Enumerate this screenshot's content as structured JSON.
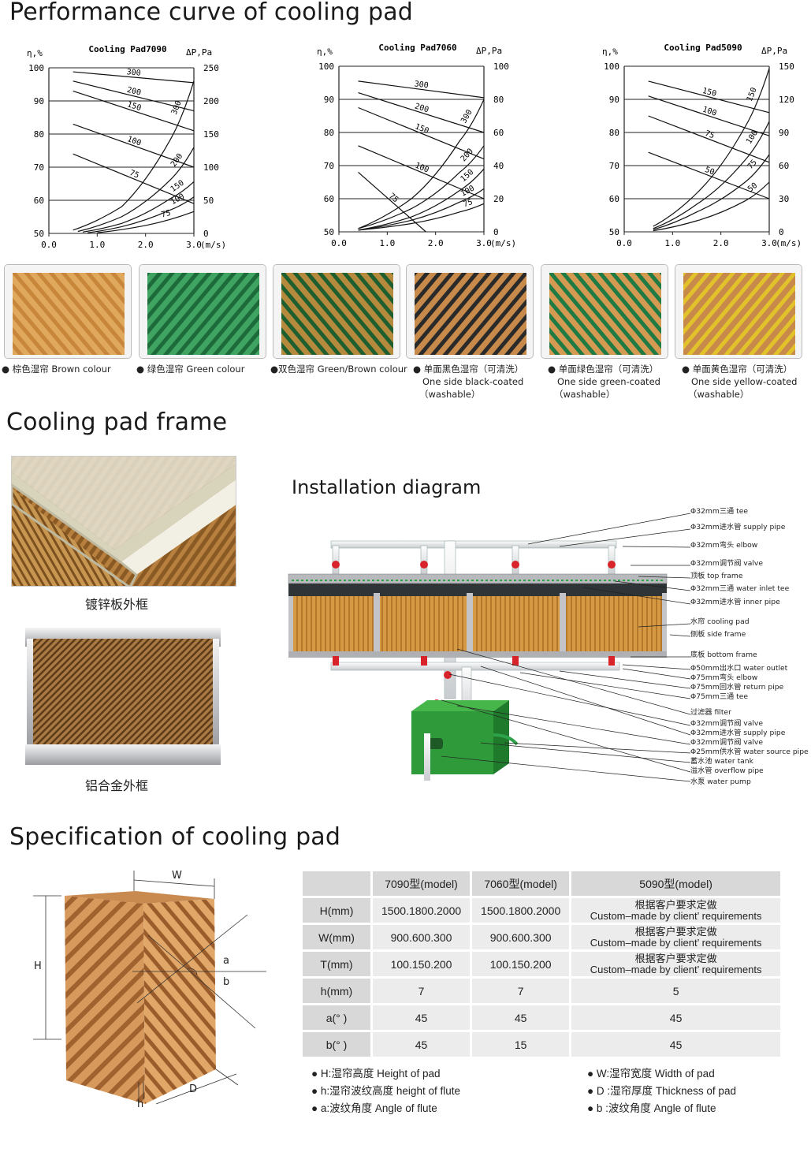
{
  "section_titles": {
    "performance": "Performance curve of cooling pad",
    "frame": "Cooling pad frame",
    "install": "Installation diagram",
    "spec": "Specification of cooling pad"
  },
  "chart_data": [
    {
      "type": "line",
      "title": "Cooling Pad7090",
      "ylabel_left": "η,%",
      "ylabel_right": "ΔP,Pa",
      "xlabel": "(m/s)",
      "xticks": [
        "0.0",
        "1.0",
        "2.0",
        "3.0"
      ],
      "yticks_left": [
        "100",
        "90",
        "80",
        "70",
        "60",
        "50"
      ],
      "yticks_right": [
        "250",
        "200",
        "150",
        "100",
        "50",
        "0"
      ],
      "xlim": [
        0,
        3
      ],
      "ylim_left": [
        50,
        100
      ],
      "ylim_right": [
        0,
        250
      ],
      "efficiency_series": [
        {
          "name": "300",
          "x": [
            0.5,
            3.0
          ],
          "y": [
            98.8,
            95.5
          ]
        },
        {
          "name": "200",
          "x": [
            0.5,
            3.0
          ],
          "y": [
            96.0,
            87.0
          ]
        },
        {
          "name": "150",
          "x": [
            0.5,
            3.0
          ],
          "y": [
            93.0,
            81.0
          ]
        },
        {
          "name": "100",
          "x": [
            0.5,
            3.0
          ],
          "y": [
            83.0,
            70.0
          ]
        },
        {
          "name": "75",
          "x": [
            0.5,
            3.0
          ],
          "y": [
            74.0,
            59.0
          ]
        }
      ],
      "pressure_series": [
        {
          "name": "300",
          "x": [
            0.5,
            1.5,
            2.5,
            3.0
          ],
          "y": [
            5,
            40,
            140,
            230
          ]
        },
        {
          "name": "200",
          "x": [
            0.6,
            1.5,
            2.5,
            3.0
          ],
          "y": [
            3,
            25,
            80,
            130
          ]
        },
        {
          "name": "150",
          "x": [
            0.7,
            1.5,
            2.5,
            3.0
          ],
          "y": [
            2,
            15,
            52,
            78
          ]
        },
        {
          "name": "100",
          "x": [
            0.8,
            1.5,
            2.5,
            3.0
          ],
          "y": [
            1,
            10,
            35,
            55
          ]
        },
        {
          "name": "75",
          "x": [
            1.0,
            2.0,
            3.0
          ],
          "y": [
            1,
            12,
            33
          ]
        }
      ]
    },
    {
      "type": "line",
      "title": "Cooling Pad7060",
      "ylabel_left": "η,%",
      "ylabel_right": "ΔP,Pa",
      "xlabel": "(m/s)",
      "xticks": [
        "0.0",
        "1.0",
        "2.0",
        "3.0"
      ],
      "yticks_left": [
        "100",
        "90",
        "80",
        "70",
        "60",
        "50"
      ],
      "yticks_right": [
        "100",
        "80",
        "60",
        "40",
        "20",
        "0"
      ],
      "xlim": [
        0,
        3
      ],
      "ylim_left": [
        50,
        100
      ],
      "ylim_right": [
        0,
        100
      ],
      "efficiency_series": [
        {
          "name": "300",
          "x": [
            0.4,
            3.0
          ],
          "y": [
            95.5,
            90.5
          ]
        },
        {
          "name": "200",
          "x": [
            0.4,
            3.0
          ],
          "y": [
            92.0,
            80.0
          ]
        },
        {
          "name": "150",
          "x": [
            0.4,
            3.0
          ],
          "y": [
            87.5,
            72.0
          ]
        },
        {
          "name": "100",
          "x": [
            0.4,
            3.0
          ],
          "y": [
            76.0,
            60.0
          ]
        },
        {
          "name": "75",
          "x": [
            0.4,
            1.8
          ],
          "y": [
            68.0,
            50.0
          ]
        }
      ],
      "pressure_series": [
        {
          "name": "300",
          "x": [
            0.4,
            1.5,
            2.5,
            3.0
          ],
          "y": [
            2,
            20,
            55,
            80
          ]
        },
        {
          "name": "200",
          "x": [
            0.4,
            1.5,
            2.5,
            3.0
          ],
          "y": [
            2,
            14,
            36,
            52
          ]
        },
        {
          "name": "150",
          "x": [
            0.4,
            1.5,
            2.5,
            3.0
          ],
          "y": [
            1,
            9,
            25,
            38
          ]
        },
        {
          "name": "100",
          "x": [
            0.4,
            1.5,
            2.5,
            3.0
          ],
          "y": [
            1,
            7,
            18,
            26
          ]
        },
        {
          "name": "75",
          "x": [
            0.4,
            1.5,
            2.5,
            3.0
          ],
          "y": [
            1,
            5,
            12,
            17
          ]
        }
      ]
    },
    {
      "type": "line",
      "title": "Cooling Pad5090",
      "ylabel_left": "η,%",
      "ylabel_right": "ΔP,Pa",
      "xlabel": "(m/s)",
      "xticks": [
        "0.0",
        "1.0",
        "2.0",
        "3.0"
      ],
      "yticks_left": [
        "100",
        "90",
        "80",
        "70",
        "60",
        "50"
      ],
      "yticks_right": [
        "150",
        "120",
        "90",
        "60",
        "30",
        "0"
      ],
      "xlim": [
        0,
        3
      ],
      "ylim_left": [
        50,
        100
      ],
      "ylim_right": [
        0,
        150
      ],
      "efficiency_series": [
        {
          "name": "150",
          "x": [
            0.5,
            3.0
          ],
          "y": [
            95.5,
            86.0
          ]
        },
        {
          "name": "100",
          "x": [
            0.5,
            3.0
          ],
          "y": [
            91.0,
            79.0
          ]
        },
        {
          "name": "75",
          "x": [
            0.5,
            3.0
          ],
          "y": [
            85.0,
            71.0
          ]
        },
        {
          "name": "50",
          "x": [
            0.5,
            3.0
          ],
          "y": [
            74.0,
            60.0
          ]
        }
      ],
      "pressure_series": [
        {
          "name": "150",
          "x": [
            0.6,
            1.5,
            2.5,
            3.0
          ],
          "y": [
            5,
            35,
            95,
            148
          ]
        },
        {
          "name": "100",
          "x": [
            0.6,
            1.5,
            2.5,
            3.0
          ],
          "y": [
            3,
            25,
            65,
            100
          ]
        },
        {
          "name": "75",
          "x": [
            0.6,
            1.5,
            2.5,
            3.0
          ],
          "y": [
            2,
            18,
            45,
            70
          ]
        },
        {
          "name": "50",
          "x": [
            0.6,
            1.5,
            2.5,
            3.0
          ],
          "y": [
            1,
            10,
            28,
            45
          ]
        }
      ]
    }
  ],
  "colour_options": [
    {
      "lines": [
        "● 棕色湿帘  Brown colour"
      ],
      "colors": [
        "#c8863a",
        "#e0a85c"
      ]
    },
    {
      "lines": [
        "● 绿色湿帘 Green colour"
      ],
      "colors": [
        "#1d6b3a",
        "#3fa362"
      ]
    },
    {
      "lines": [
        "●双色湿帘 Green/Brown colour"
      ],
      "colors": [
        "#1f5f2f",
        "#b58a3c"
      ]
    },
    {
      "lines": [
        "● 单面黑色湿帘（可清洗）",
        "One side black-coated",
        "（washable）"
      ],
      "colors": [
        "#2a2a2a",
        "#c88a4a"
      ]
    },
    {
      "lines": [
        "● 单面绿色湿帘（可清洗）",
        "One side green-coated",
        "（washable）"
      ],
      "colors": [
        "#1f7a44",
        "#d49a52"
      ]
    },
    {
      "lines": [
        "● 单面黄色湿帘（可清洗）",
        "One side yellow-coated",
        "（washable）"
      ],
      "colors": [
        "#e2c22a",
        "#c88a4a"
      ]
    }
  ],
  "frames": {
    "galvanized": "镀锌板外框",
    "aluminum": "铝合金外框"
  },
  "install_labels": [
    "Φ32mm三通 tee",
    "Φ32mm进水管  supply  pipe",
    "Φ32mm弯头 elbow",
    "Φ32mm调节阀 valve",
    "顶板 top frame",
    "Φ32mm三通 water inlet tee",
    "Φ32mm进水管 inner pipe",
    "水帘 cooling pad",
    "侧板 side frame",
    "底板 bottom frame",
    "Φ50mm出水口 water outlet",
    "Φ75mm弯头 elbow",
    "Φ75mm回水管 return pipe",
    "Φ75mm三通 tee",
    "过滤器 filter",
    "Φ32mm调节阀 valve",
    "Φ32mm进水管 supply  pipe",
    "Φ32mm调节阀 valve",
    "Φ25mm供水管 water source pipe",
    "蓄水池 water tank",
    "溢水管 overflow pipe",
    "水泵 water pump"
  ],
  "pad_dims": {
    "W": "W",
    "H": "H",
    "a": "a",
    "b": "b",
    "D": "D",
    "h": "h"
  },
  "spec_table": {
    "header": [
      "",
      "7090型(model)",
      "7060型(model)",
      "5090型(model)"
    ],
    "rows": [
      {
        "label": "H(mm)",
        "v1": "1500.1800.2000",
        "v2": "1500.1800.2000",
        "v3a": "根据客户要求定做",
        "v3b": "Custom–made by client’ requirements"
      },
      {
        "label": "W(mm)",
        "v1": "900.600.300",
        "v2": "900.600.300",
        "v3a": "根据客户要求定做",
        "v3b": "Custom–made by client’ requirements"
      },
      {
        "label": "T(mm)",
        "v1": "100.150.200",
        "v2": "100.150.200",
        "v3a": "根据客户要求定做",
        "v3b": "Custom–made by client’ requirements"
      },
      {
        "label": "h(mm)",
        "v1": "7",
        "v2": "7",
        "v3": "5"
      },
      {
        "label": "a(° )",
        "v1": "45",
        "v2": "45",
        "v3": "45"
      },
      {
        "label": "b(° )",
        "v1": "45",
        "v2": "15",
        "v3": "45"
      }
    ]
  },
  "legend": {
    "left": [
      "●  H:湿帘高度 Height  of pad",
      "●  h:湿帘波纹高度 height  of  flute",
      "●  a:波纹角度   Angle of flute"
    ],
    "right": [
      "●  W:湿帘宽度 Width of pad",
      "●  D :湿帘厚度 Thickness of pad",
      "●  b :波纹角度  Angle of  flute"
    ]
  }
}
